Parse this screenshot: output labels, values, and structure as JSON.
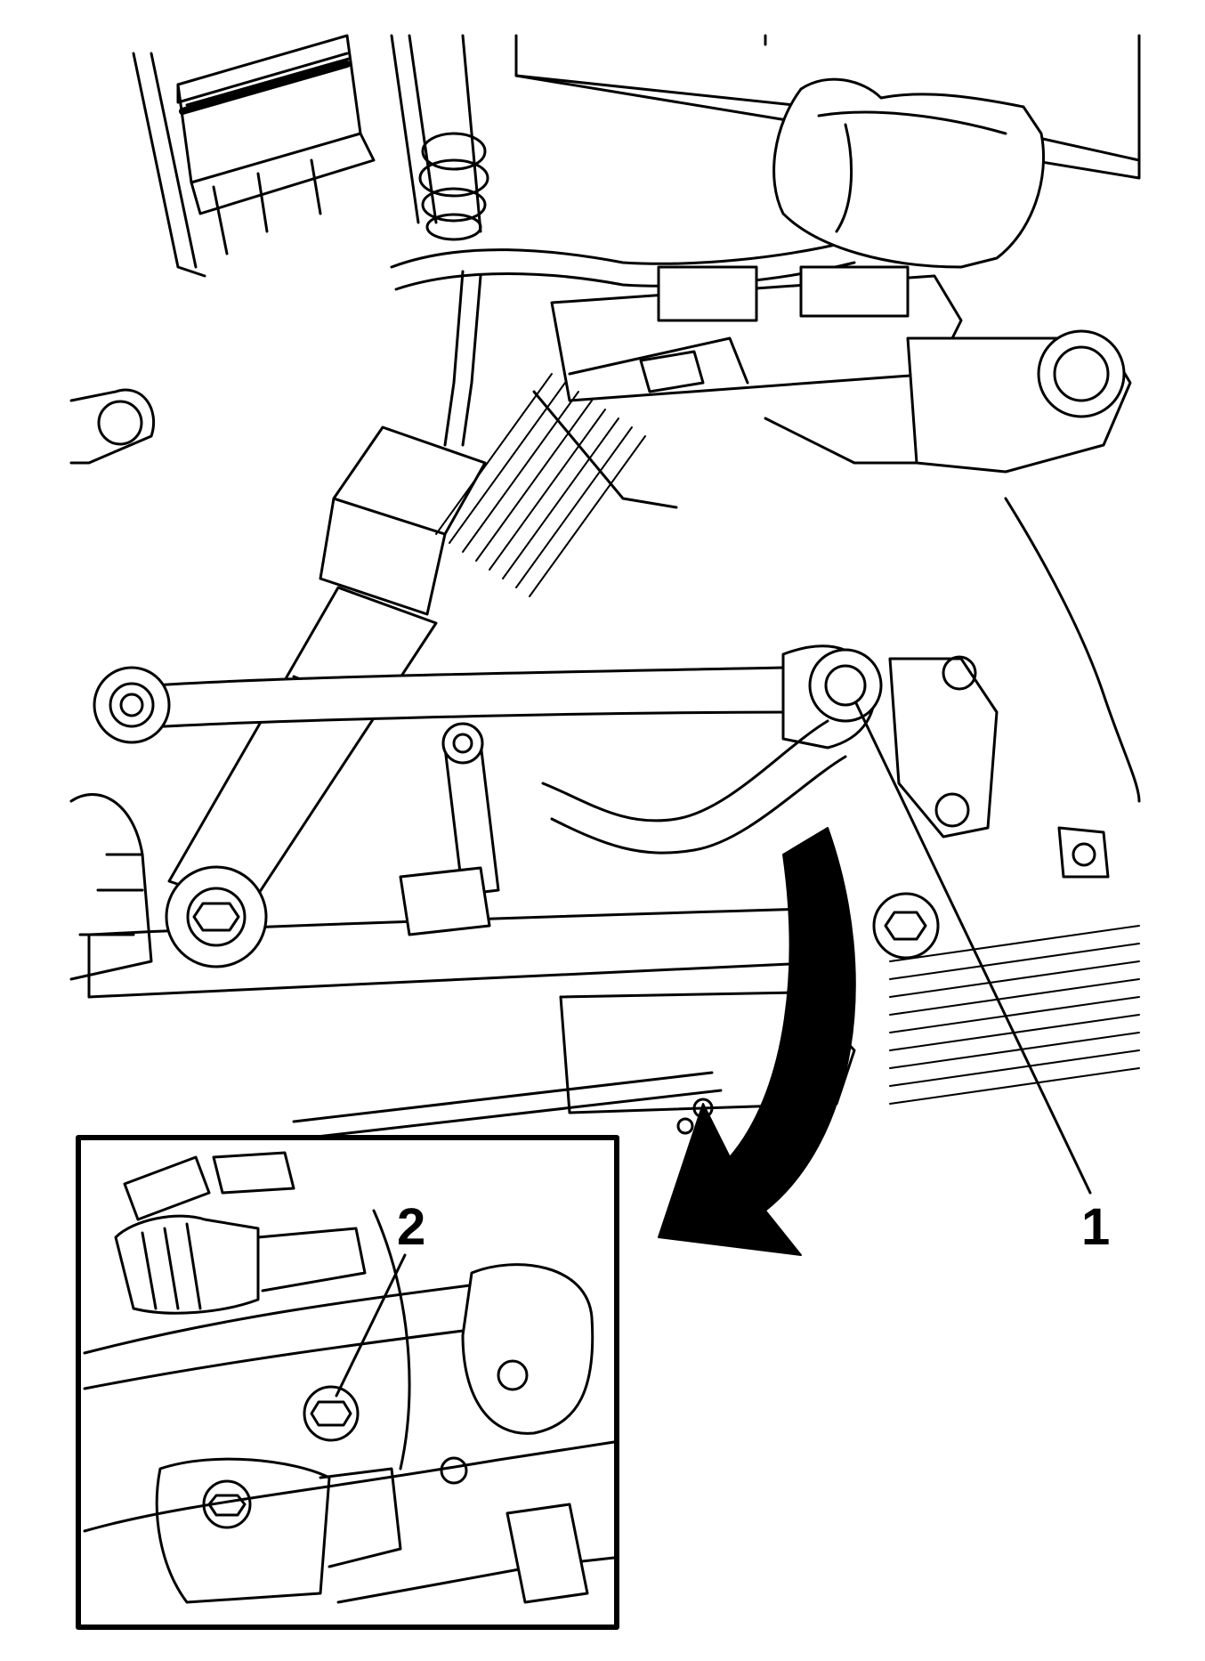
{
  "diagram": {
    "callouts": [
      {
        "id": 1,
        "label": "1"
      },
      {
        "id": 2,
        "label": "2"
      }
    ],
    "colors": {
      "line": "#000000",
      "background": "#ffffff",
      "arrow_fill": "#000000"
    }
  }
}
